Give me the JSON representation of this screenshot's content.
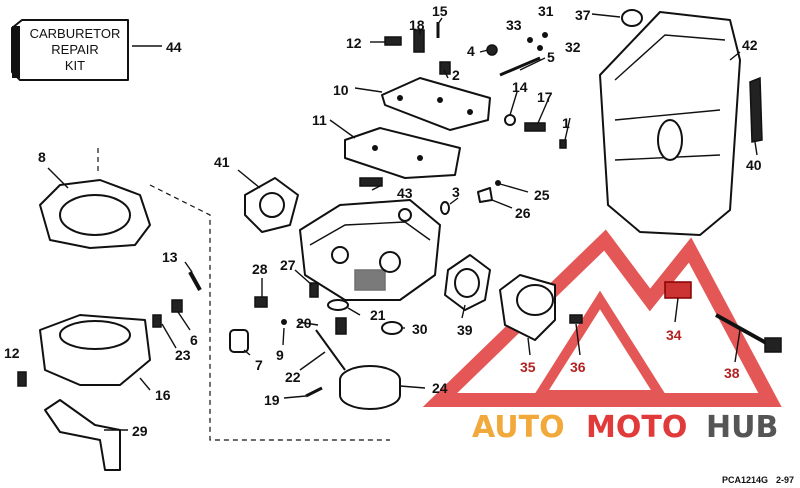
{
  "kit_label": {
    "lines": [
      "CARBURETOR",
      "REPAIR",
      "KIT"
    ],
    "number": "44"
  },
  "callouts": {
    "n1": "1",
    "n2": "2",
    "n3": "3",
    "n4": "4",
    "n5": "5",
    "n6": "6",
    "n7": "7",
    "n8": "8",
    "n9": "9",
    "n10": "10",
    "n11": "11",
    "n12a": "12",
    "n12b": "12",
    "n13": "13",
    "n14": "14",
    "n15": "15",
    "n16": "16",
    "n17": "17",
    "n18": "18",
    "n19": "19",
    "n20": "20",
    "n21": "21",
    "n22": "22",
    "n23": "23",
    "n24": "24",
    "n25": "25",
    "n26": "26",
    "n27": "27",
    "n28": "28",
    "n29": "29",
    "n30": "30",
    "n31": "31",
    "n32": "32",
    "n33": "33",
    "n34": "34",
    "n35": "35",
    "n36": "36",
    "n37": "37",
    "n38": "38",
    "n39": "39",
    "n40": "40",
    "n41": "41",
    "n42": "42",
    "n43": "43"
  },
  "watermark": {
    "part1": "AUTO",
    "part2": "MOTO",
    "part3": "HUB",
    "color_orange": "#f2a93b",
    "color_red": "#e03a3a",
    "color_gray": "#555555"
  },
  "footer": {
    "drawing_code": "PCA1214G",
    "date_code": "2-97"
  }
}
